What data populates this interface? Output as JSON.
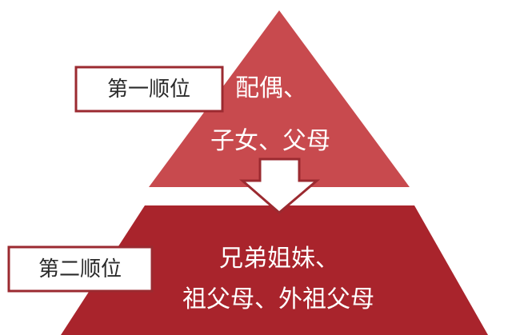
{
  "colors": {
    "tier1_fill": "#c84a4e",
    "tier2_fill": "#a9242c",
    "label_border": "#9b2a30",
    "label_fill": "#ffffff",
    "arrow_fill": "#ffffff",
    "arrow_stroke": "#9b2a30"
  },
  "tier1": {
    "label": "第一顺位",
    "members_line1": "配偶、",
    "members_line2": "子女、父母"
  },
  "tier2": {
    "label": "第二顺位",
    "members_line1": "兄弟姐妹、",
    "members_line2": "祖父母、外祖父母"
  },
  "icons": {
    "arrow": "down-arrow-icon"
  }
}
